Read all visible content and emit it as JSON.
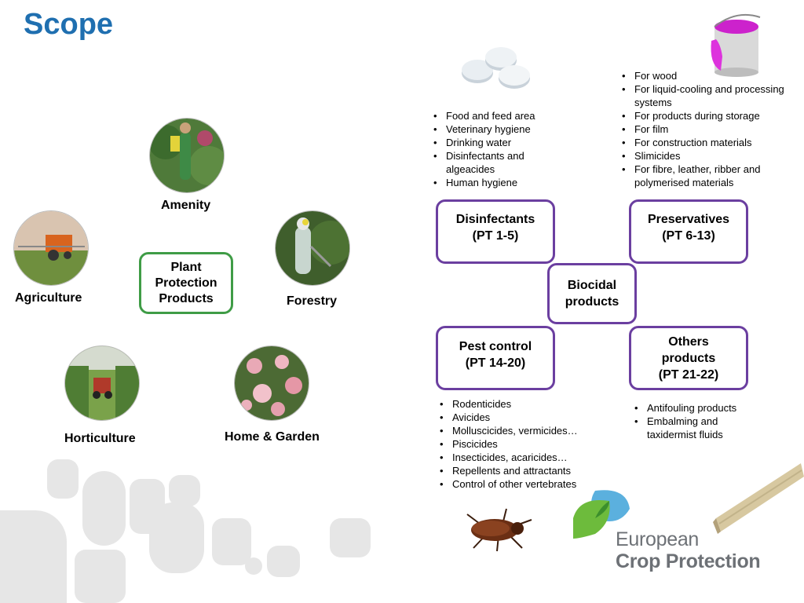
{
  "title": "Scope",
  "ppp": {
    "center_label": [
      "Plant",
      "Protection",
      "Products"
    ],
    "categories": [
      {
        "key": "amenity",
        "label": "Amenity"
      },
      {
        "key": "agriculture",
        "label": "Agriculture"
      },
      {
        "key": "forestry",
        "label": "Forestry"
      },
      {
        "key": "horticulture",
        "label": "Horticulture"
      },
      {
        "key": "home_garden",
        "label": "Home & Garden"
      }
    ]
  },
  "biocidal": {
    "center_label": [
      "Biocidal",
      "products"
    ],
    "groups": {
      "disinfectants": {
        "name": "Disinfectants",
        "pt": "(PT 1-5)"
      },
      "preservatives": {
        "name": "Preservatives",
        "pt": "(PT 6-13)"
      },
      "pest_control": {
        "name": "Pest control",
        "pt": "(PT 14-20)"
      },
      "others": {
        "name": "Others",
        "name2": "products",
        "pt": "(PT 21-22)"
      }
    },
    "disinfectant_items": [
      "Food and feed area",
      "Veterinary hygiene",
      "Drinking water",
      "Disinfectants and algeacides",
      "Human hygiene"
    ],
    "preservative_items": [
      "For wood",
      "For liquid-cooling and processing systems",
      "For products during storage",
      "For film",
      "For construction materials",
      "Slimicides",
      "For fibre, leather, ribber and polymerised materials"
    ],
    "pest_items": [
      "Rodenticides",
      "Avicides",
      "Molluscicides, vermicides…",
      "Piscicides",
      "Insecticides, acaricides…",
      "Repellents and attractants",
      "Control of other vertebrates"
    ],
    "others_items": [
      "Antifouling products",
      "Embalming and taxidermist fluids"
    ]
  },
  "logo": {
    "line1": "European",
    "line2": "Crop Protection"
  },
  "colors": {
    "title": "#1f6fb0",
    "ppp_border": "#3f9c46",
    "biocidal_border": "#6b3fa0",
    "logo_text": "#6d7176"
  }
}
